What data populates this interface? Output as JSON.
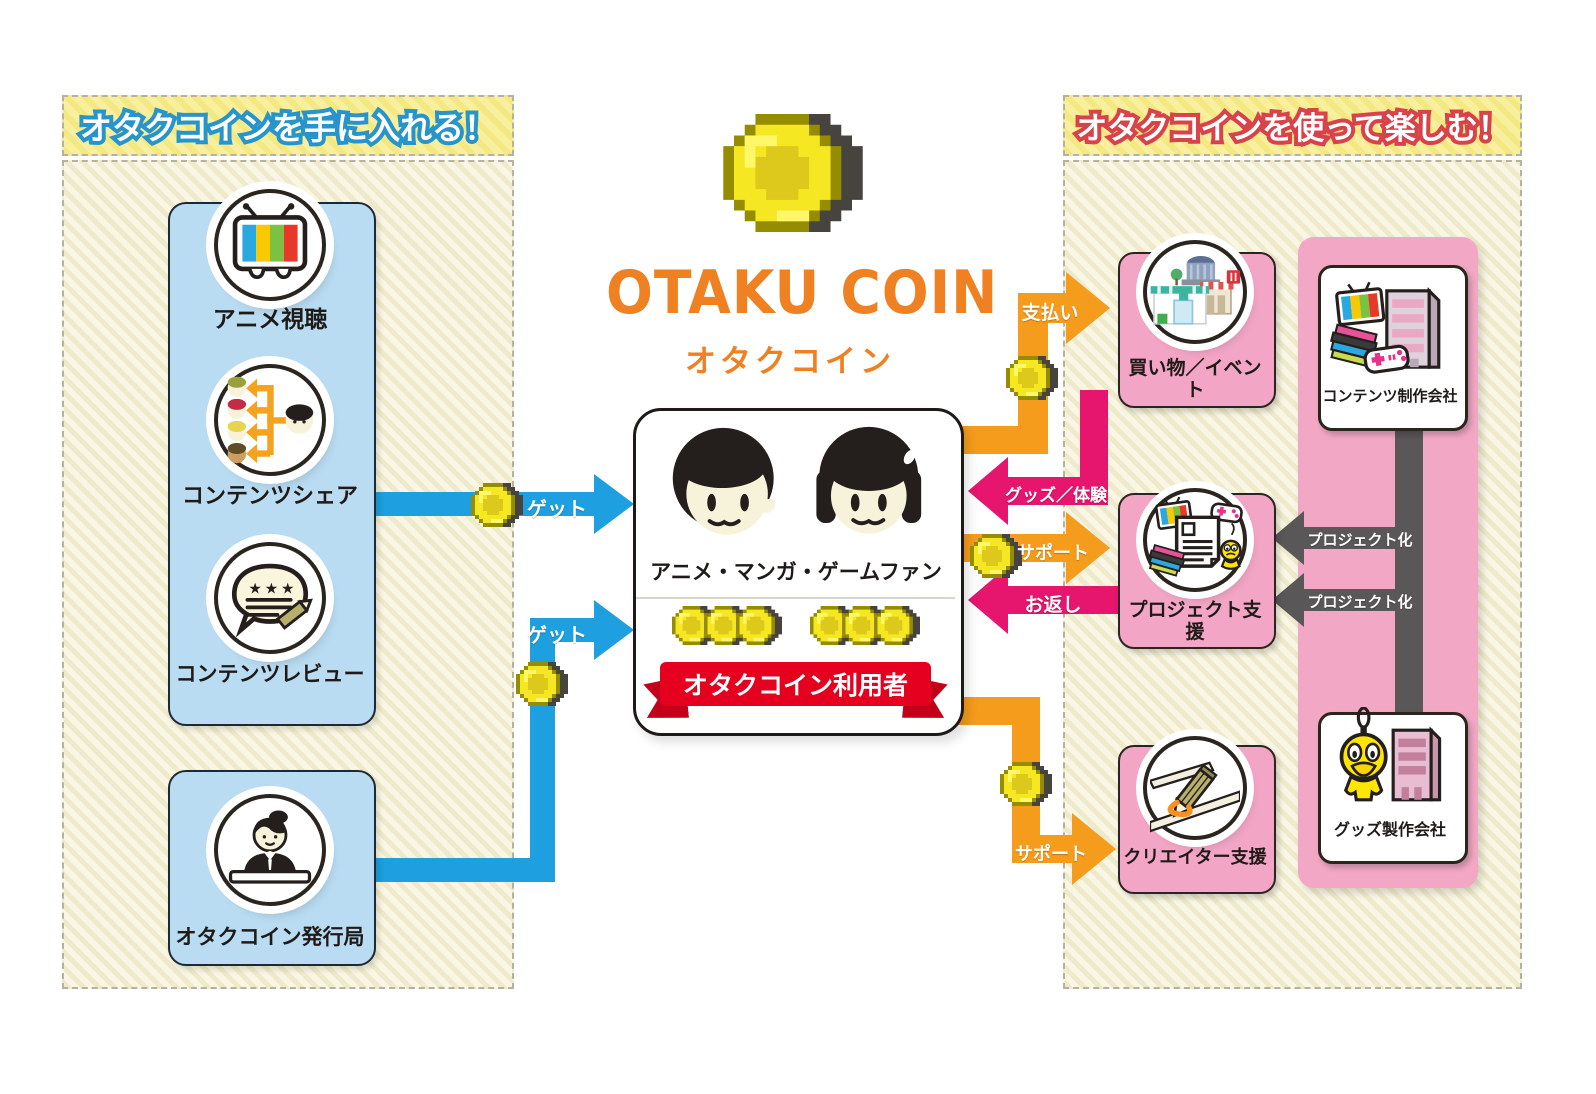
{
  "logo": {
    "title": "OTAKU COIN",
    "subtitle": "オタクコイン"
  },
  "left_panel": {
    "header": "オタクコインを手に入れる！",
    "items": [
      {
        "label": "アニメ視聴",
        "icon": "tv-icon"
      },
      {
        "label": "コンテンツシェア",
        "icon": "content-share-icon"
      },
      {
        "label": "コンテンツレビュー",
        "icon": "content-review-icon"
      },
      {
        "label": "オタクコイン発行局",
        "icon": "coin-issuer-icon"
      }
    ]
  },
  "center": {
    "fans_label": "アニメ・マンガ・ゲームファン",
    "users_banner": "オタクコイン利用者"
  },
  "right_panel": {
    "header": "オタクコインを使って楽しむ！",
    "items": [
      {
        "label": "買い物／イベント",
        "icon": "shopping-event-icon"
      },
      {
        "label": "プロジェクト支援",
        "icon": "project-support-icon"
      },
      {
        "label": "クリエイター支援",
        "icon": "creator-support-icon"
      }
    ],
    "companies": [
      {
        "label": "コンテンツ制作会社",
        "icon": "content-company-icon"
      },
      {
        "label": "グッズ製作会社",
        "icon": "goods-company-icon"
      }
    ]
  },
  "arrows": {
    "get_from_share": "ゲット",
    "get_from_issuer": "ゲット",
    "payment": "支払い",
    "goods_experience": "グッズ／体験",
    "support_project": "サポート",
    "give_back": "お返し",
    "support_creator": "サポート",
    "projectize_top": "プロジェクト化",
    "projectize_bottom": "プロジェクト化"
  },
  "colors": {
    "accent_orange": "#ef8122",
    "arrow_orange": "#f59c1c",
    "arrow_blue": "#1d9fe0",
    "arrow_pink": "#e6156e",
    "arrow_gray": "#595757",
    "panel_blue": "#b9dcf2",
    "panel_pink": "#f2a5c4",
    "ribbon_red": "#e50020",
    "coin_yellow": "#f6e723",
    "header_left_outline": "#2794cc",
    "header_right_outline": "#d8434b"
  }
}
